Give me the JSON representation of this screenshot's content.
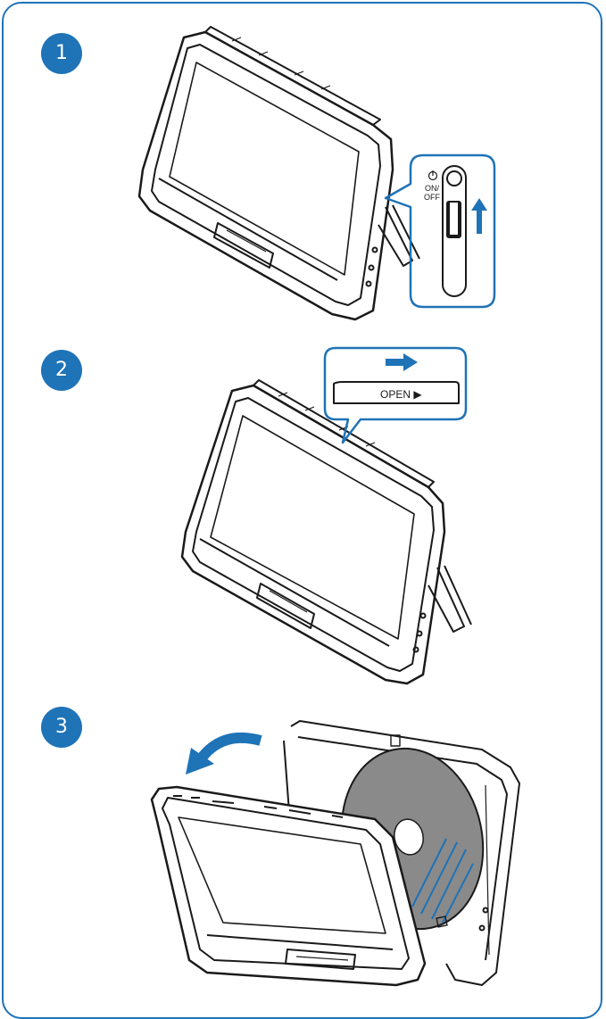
{
  "steps": [
    {
      "number": "1",
      "switch_label": "ON/\nOFF",
      "power_symbol": "power-icon"
    },
    {
      "number": "2",
      "open_label": "OPEN ▶",
      "arrow": "arrow-right-icon"
    },
    {
      "number": "3",
      "arrow": "curved-arrow-left-icon"
    }
  ],
  "colors": {
    "accent": "#1f73b7",
    "disc": "#8a8a8a",
    "outline": "#1a1a1a"
  }
}
